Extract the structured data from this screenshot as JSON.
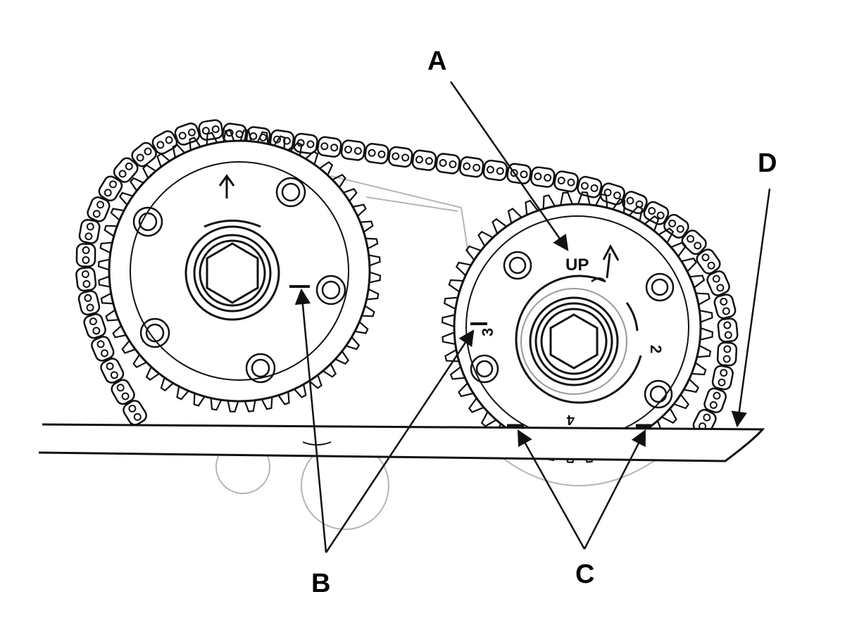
{
  "callouts": {
    "a": "A",
    "b": "B",
    "c": "C",
    "d": "D"
  },
  "sprocket_marks": {
    "up": "UP",
    "number_2": "2",
    "number_3": "3",
    "number_4": "4"
  },
  "colors": {
    "line": "#111111",
    "ghost": "#b5b5b5",
    "background": "#ffffff"
  }
}
